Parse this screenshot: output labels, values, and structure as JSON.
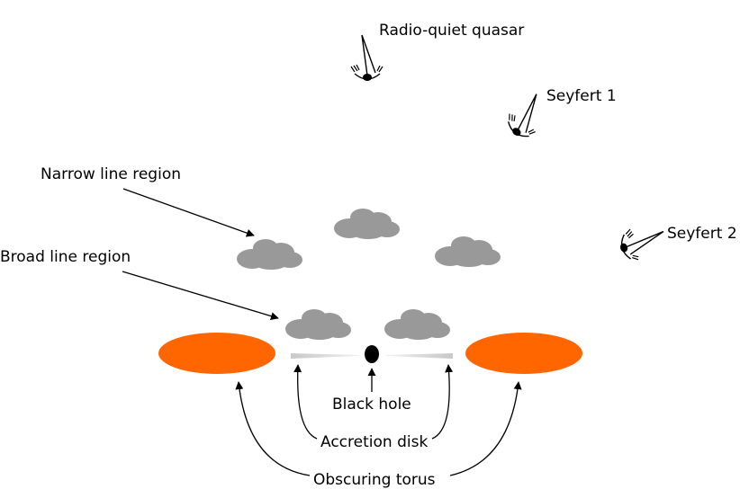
{
  "labels": {
    "radio_quiet_quasar": "Radio-quiet quasar",
    "seyfert1": "Seyfert 1",
    "seyfert2": "Seyfert 2",
    "narrow_line_region": "Narrow line region",
    "broad_line_region": "Broad line region",
    "black_hole": "Black hole",
    "accretion_disk": "Accretion disk",
    "obscuring_torus": "Obscuring torus"
  },
  "colors": {
    "torus": "#ff6600",
    "cloud": "#999999",
    "disk": "#cccccc",
    "black_hole": "#000000",
    "ink": "#000000"
  }
}
